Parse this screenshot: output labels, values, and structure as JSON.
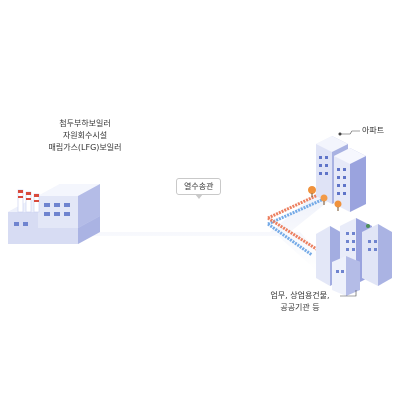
{
  "labels": {
    "plant_line1": "첨두부하보일러",
    "plant_line2": "자원회수시설",
    "plant_line3": "매립가스(LFG)보일러",
    "pipe": "열수송관",
    "apartment": "아파트",
    "commercial_line1": "업무, 상업용건물,",
    "commercial_line2": "공공기관 등"
  },
  "colors": {
    "pipe_hot": "#f08a6a",
    "pipe_cold": "#7fb2ea",
    "building_light": "#eef1fb",
    "building_mid": "#c8cff0",
    "building_dark": "#9aa3de",
    "window": "#5f74c8",
    "tree": "#f0923c",
    "chimney_red": "#d94a3c"
  }
}
